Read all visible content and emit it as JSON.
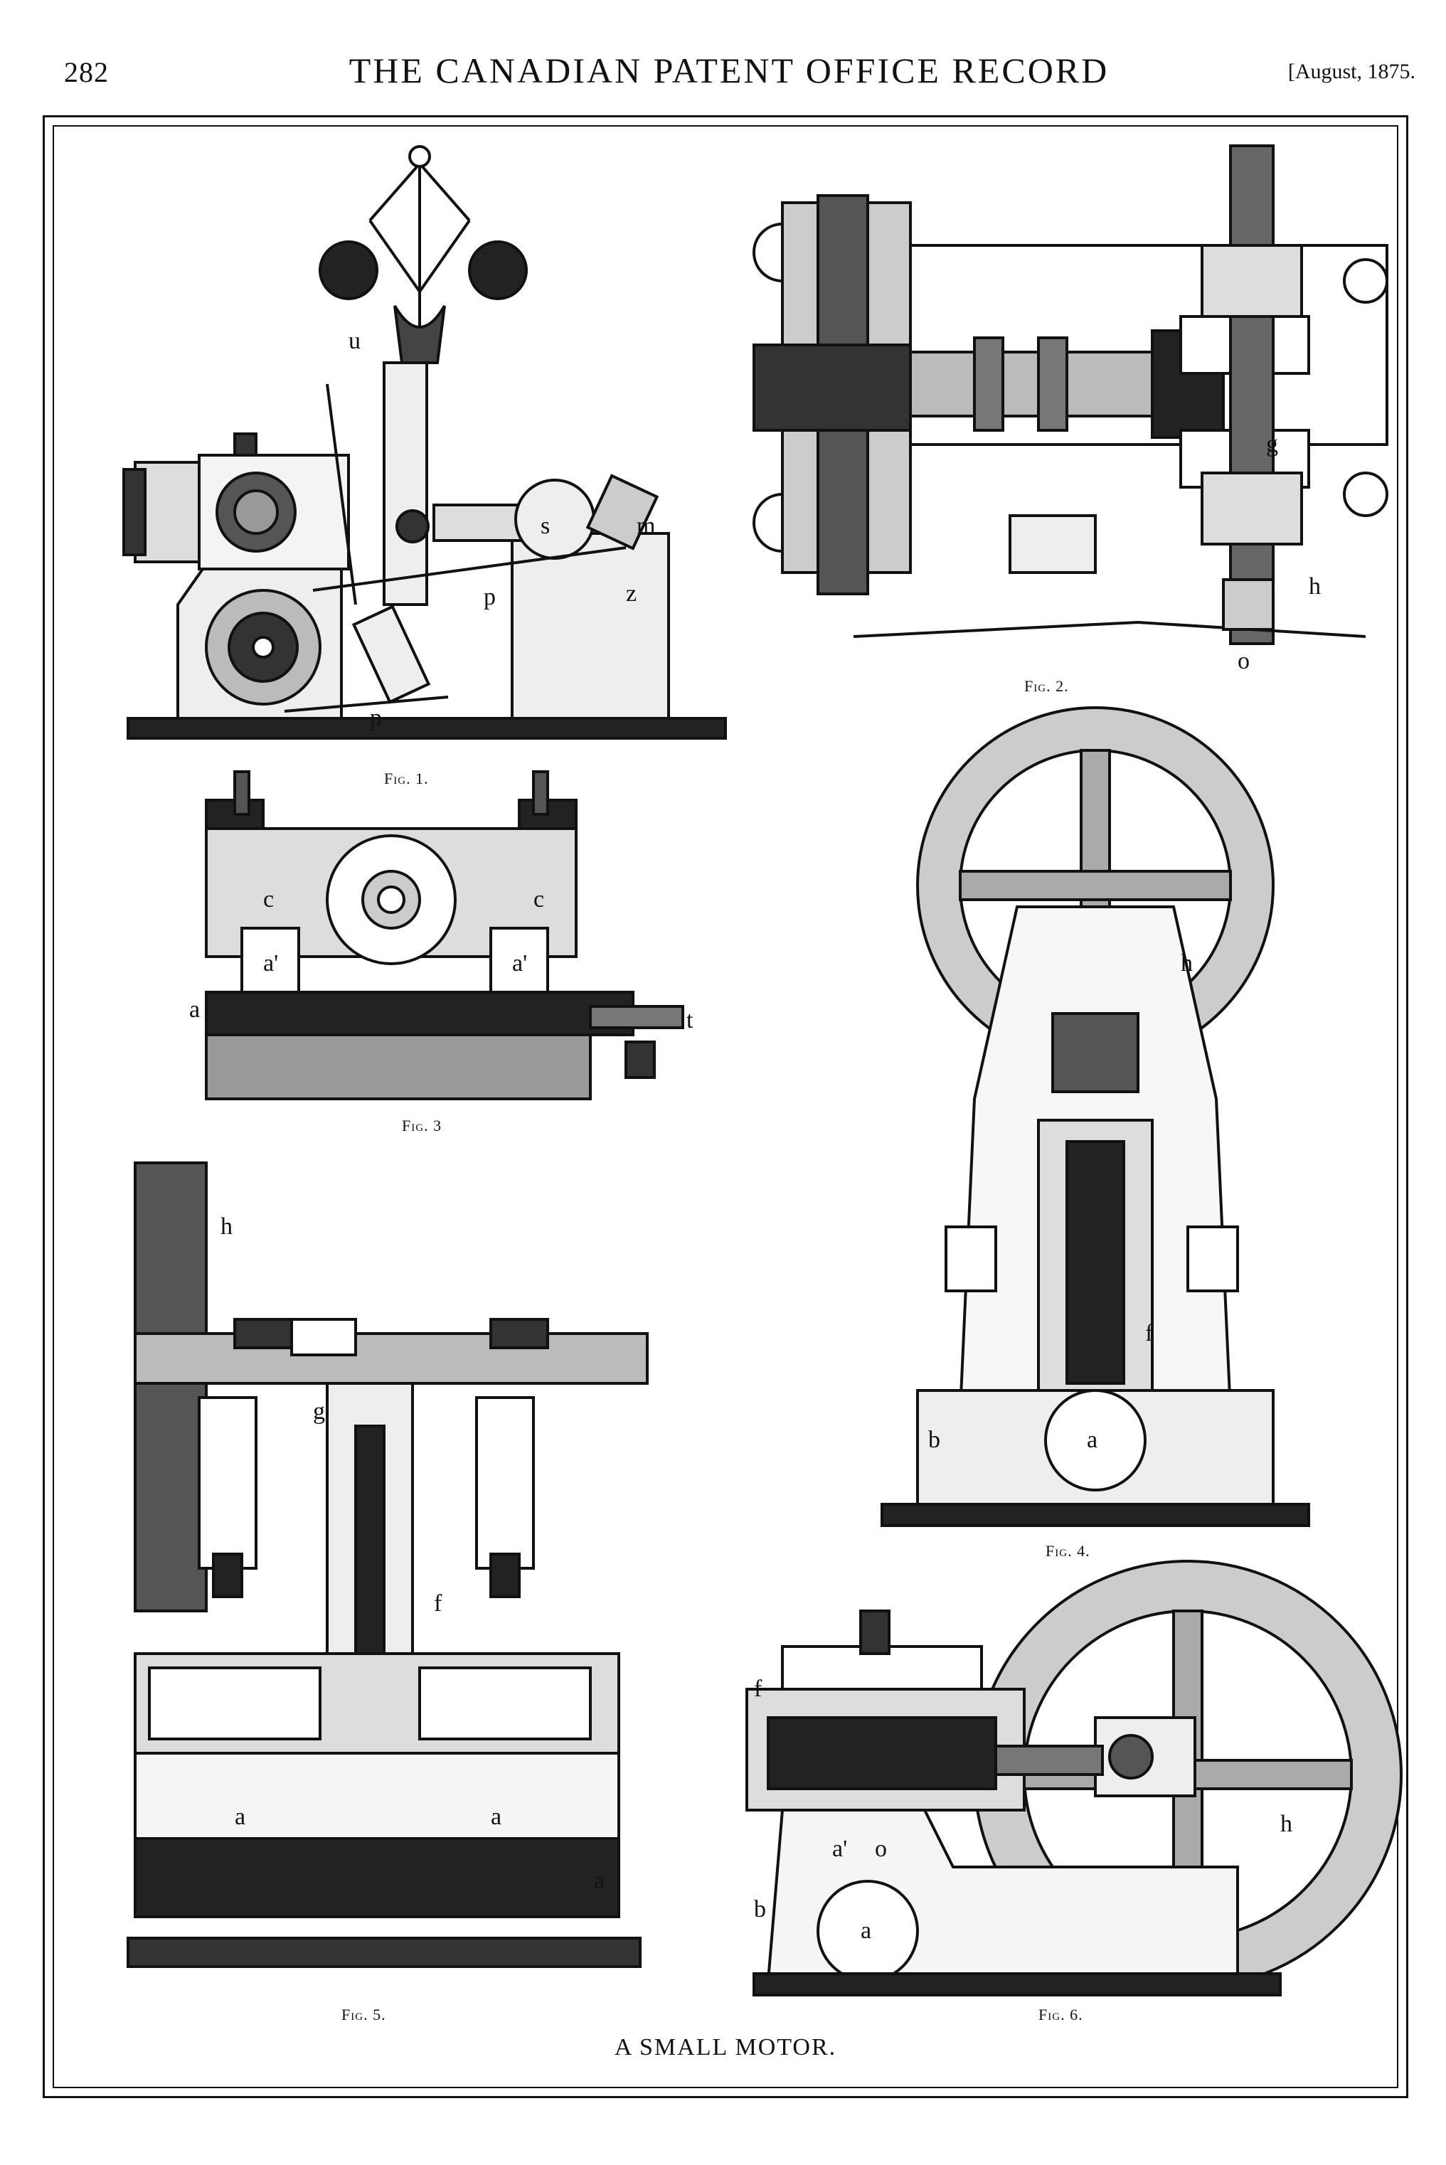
{
  "header": {
    "page_number": "282",
    "journal_title": "THE CANADIAN PATENT OFFICE RECORD",
    "issue": "[August, 1875."
  },
  "figures": {
    "fig1": {
      "caption": "Fig. 1.",
      "labels": [
        "u",
        "s",
        "m",
        "p",
        "z",
        "p"
      ]
    },
    "fig2": {
      "caption": "Fig. 2.",
      "labels": [
        "g",
        "h",
        "o"
      ]
    },
    "fig3": {
      "caption": "Fig. 3",
      "labels": [
        "c",
        "c",
        "a'",
        "a'",
        "a",
        "t"
      ]
    },
    "fig4": {
      "caption": "Fig. 4.",
      "labels": [
        "h",
        "f",
        "b",
        "a"
      ]
    },
    "fig5": {
      "caption": "Fig. 5.",
      "labels": [
        "h",
        "g",
        "f",
        "a",
        "a",
        "a"
      ]
    },
    "fig6": {
      "caption": "Fig. 6.",
      "labels": [
        "f",
        "h",
        "a'",
        "o",
        "a",
        "b"
      ]
    }
  },
  "plate_title": "A SMALL MOTOR."
}
